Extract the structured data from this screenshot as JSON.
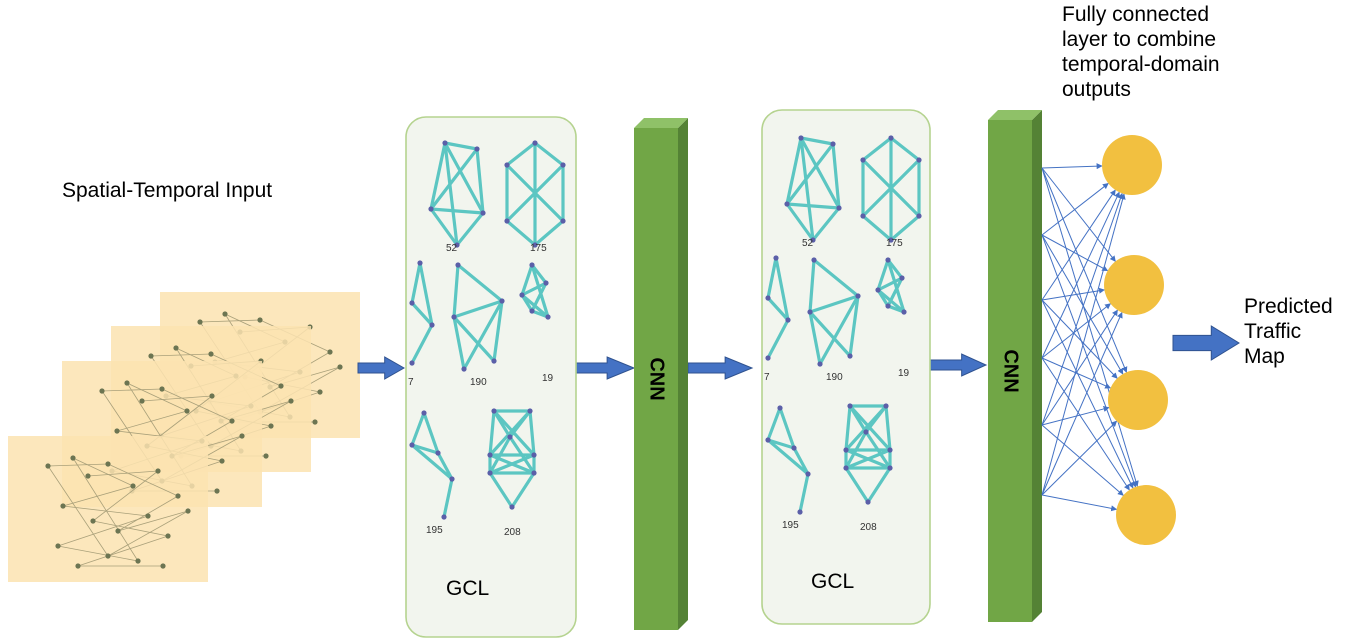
{
  "input": {
    "title": "Spatial-Temporal Input",
    "frame_count": 4
  },
  "blocks": [
    {
      "kind": "gcl",
      "label": "GCL",
      "graph_ids": [
        "52",
        "175",
        "7",
        "190",
        "19",
        "195",
        "208"
      ]
    },
    {
      "kind": "cnn",
      "label": "CNN"
    },
    {
      "kind": "gcl",
      "label": "GCL",
      "graph_ids": [
        "52",
        "175",
        "7",
        "190",
        "19",
        "195",
        "208"
      ]
    },
    {
      "kind": "cnn",
      "label": "CNN"
    }
  ],
  "fully_connected": {
    "title": [
      "Fully connected",
      "layer to combine",
      "temporal-domain",
      "outputs"
    ],
    "node_count": 4
  },
  "output": {
    "title": [
      "Predicted",
      "Traffic",
      "Map"
    ]
  },
  "colors": {
    "arrow": "#4472c4",
    "graph_edge": "#5cc6c2",
    "graph_node": "#5b5fa8",
    "gcl_border": "#b5d38f",
    "gcl_fill": "#f2f5ee",
    "cnn_front": "#71a646",
    "cnn_side": "#548235",
    "fc_node": "#f2c040",
    "frame_fill": "#fbe3b0"
  }
}
